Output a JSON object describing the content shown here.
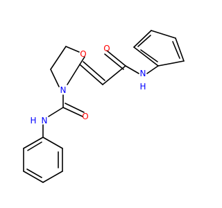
{
  "molecule": {
    "atoms": {
      "o_ring": {
        "label": "O",
        "color": "#ff0000"
      },
      "n_ring": {
        "label": "N",
        "color": "#0000ff"
      },
      "o_amide_top": {
        "label": "O",
        "color": "#ff0000"
      },
      "nh_top": {
        "label": "N",
        "sublabel": "H",
        "color": "#0000ff"
      },
      "o_amide_bottom": {
        "label": "O",
        "color": "#ff0000"
      },
      "nh_bottom": {
        "label": "N",
        "sublabel": "H",
        "color": "#0000ff"
      }
    },
    "bond_color": "#000000",
    "background": "#ffffff"
  }
}
